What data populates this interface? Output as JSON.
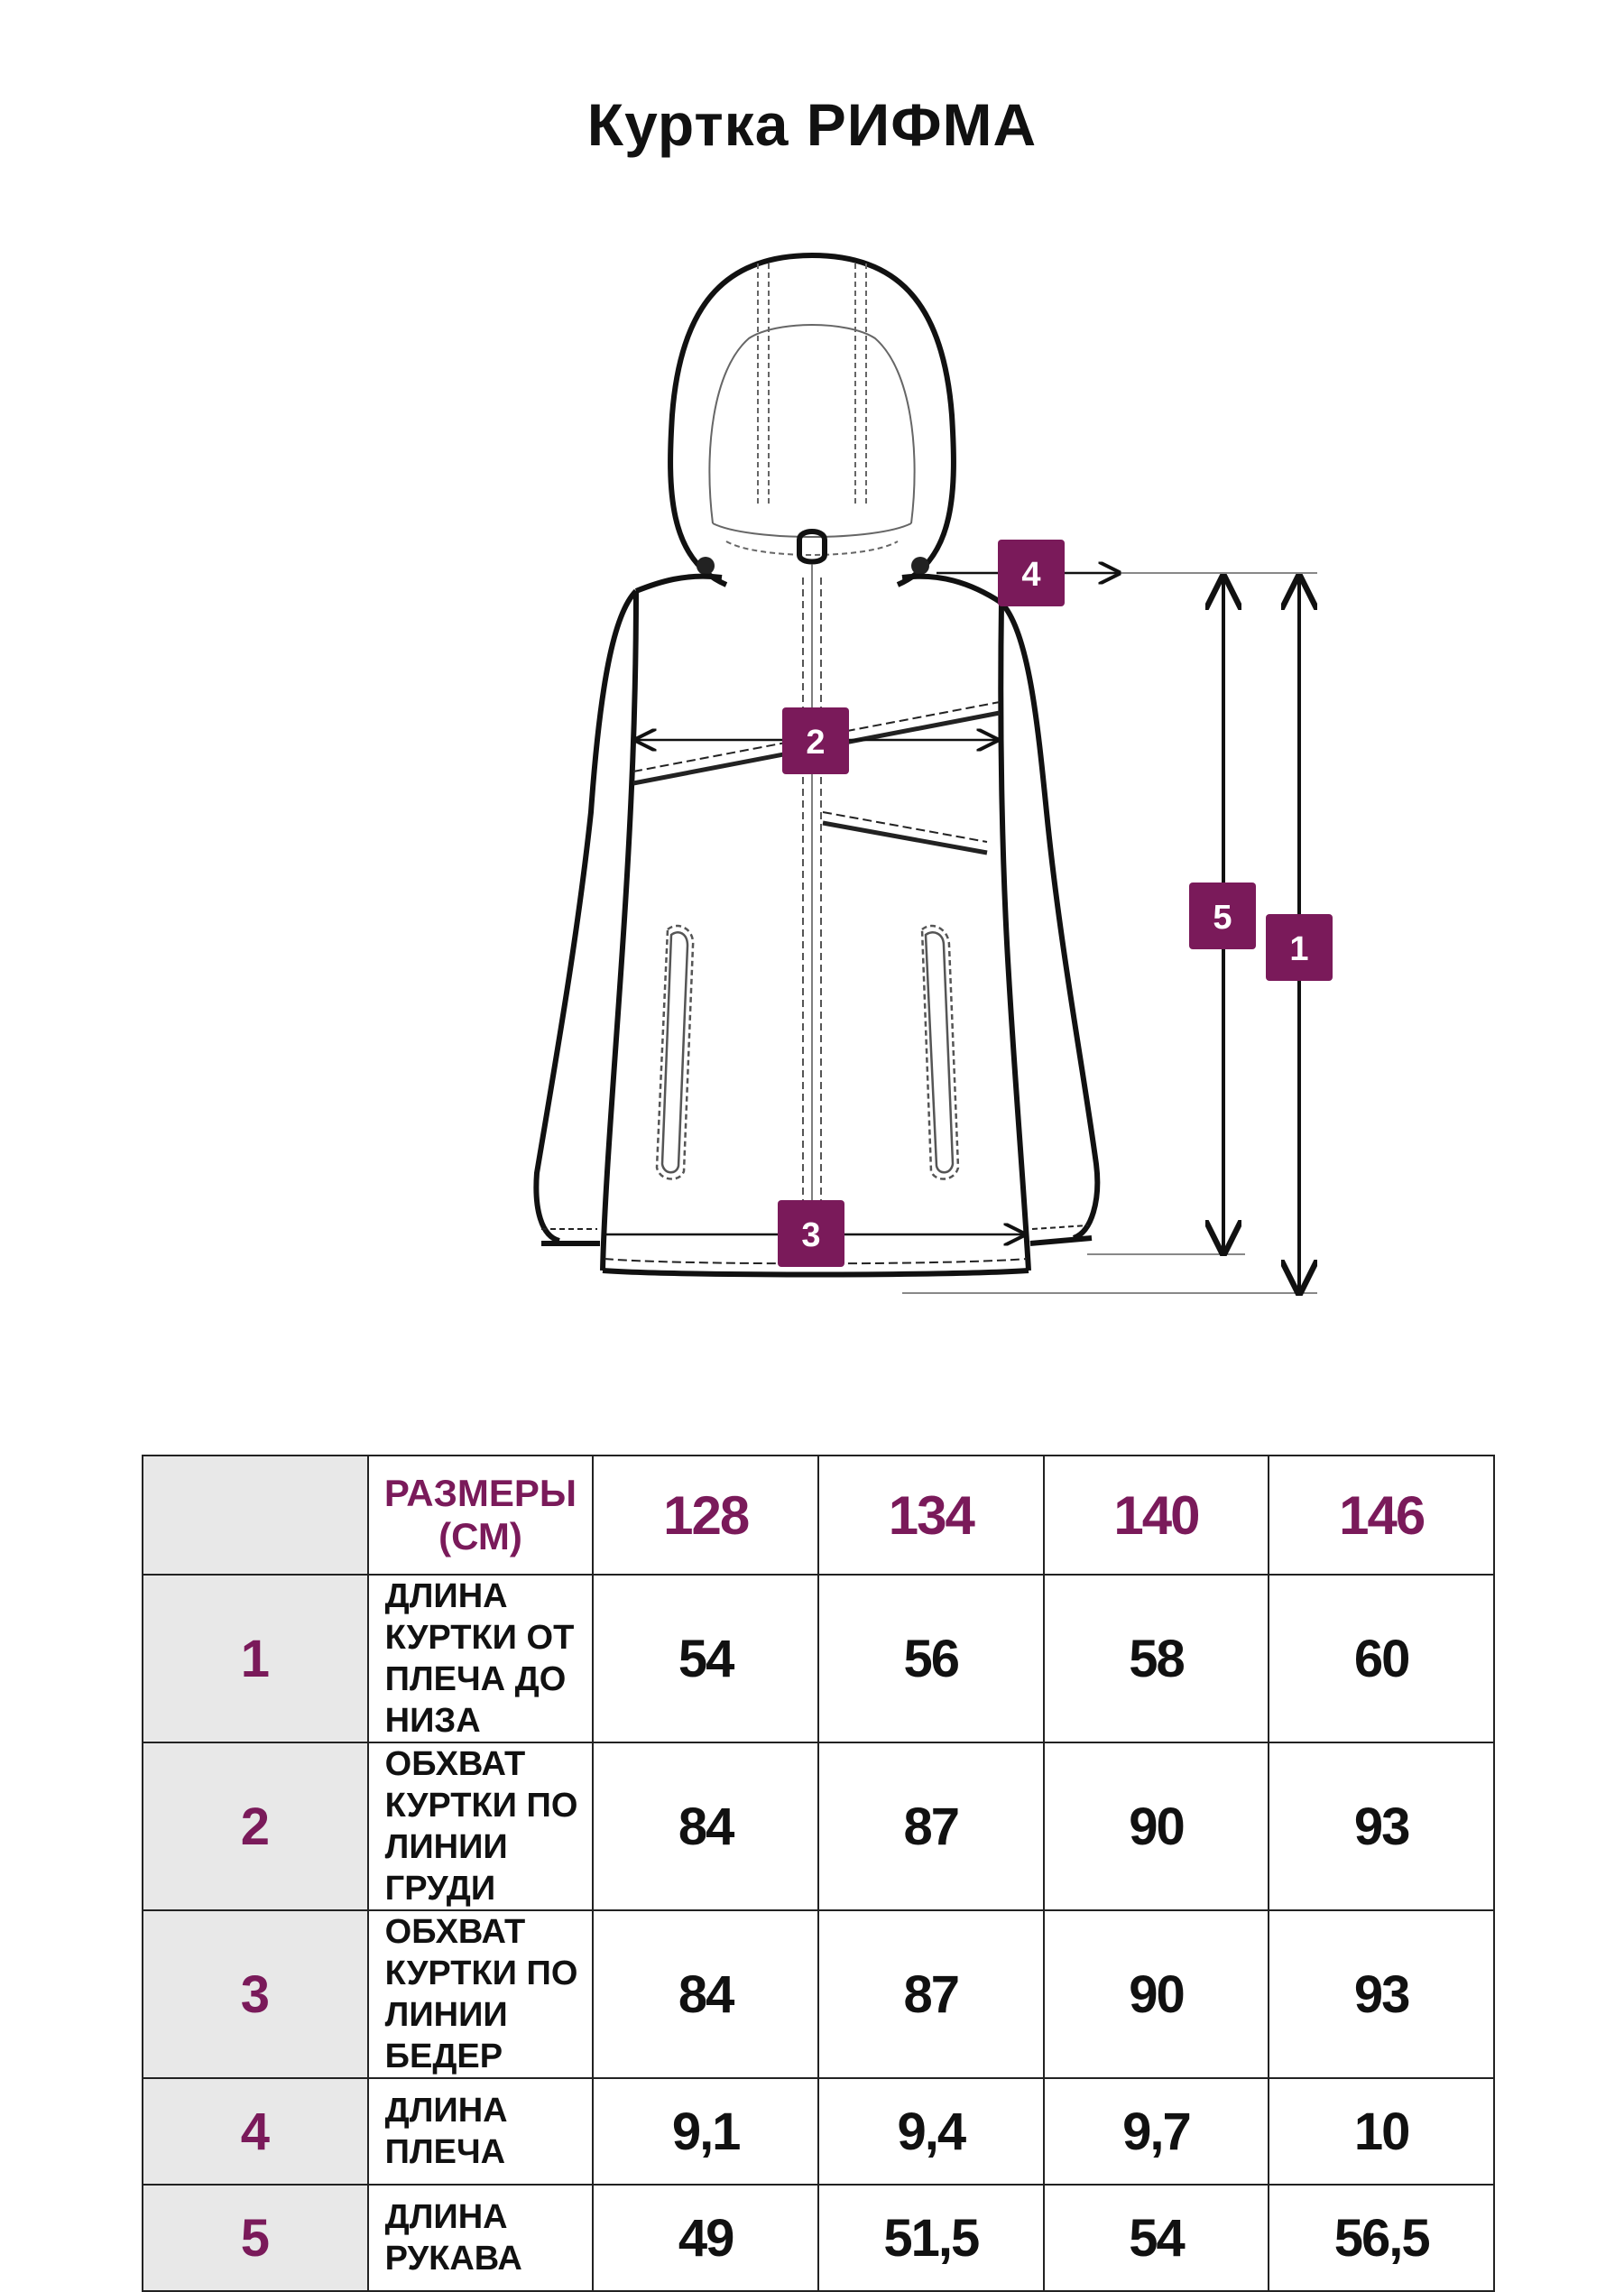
{
  "title": "Куртка РИФМА",
  "colors": {
    "accent": "#7a1a5a",
    "header_bg": "#e8e8e8",
    "line": "#111111"
  },
  "diagram": {
    "markers": [
      "1",
      "2",
      "3",
      "4",
      "5"
    ]
  },
  "table": {
    "header_label": "РАЗМЕРЫ (СМ)",
    "sizes": [
      "128",
      "134",
      "140",
      "146"
    ],
    "rows": [
      {
        "num": "1",
        "label": "ДЛИНА КУРТКИ ОТ ПЛЕЧА ДО НИЗА",
        "values": [
          "54",
          "56",
          "58",
          "60"
        ]
      },
      {
        "num": "2",
        "label": "ОБХВАТ КУРТКИ ПО ЛИНИИ ГРУДИ",
        "values": [
          "84",
          "87",
          "90",
          "93"
        ]
      },
      {
        "num": "3",
        "label": "ОБХВАТ КУРТКИ ПО ЛИНИИ БЕДЕР",
        "values": [
          "84",
          "87",
          "90",
          "93"
        ]
      },
      {
        "num": "4",
        "label": "ДЛИНА ПЛЕЧА",
        "values": [
          "9,1",
          "9,4",
          "9,7",
          "10"
        ]
      },
      {
        "num": "5",
        "label": "ДЛИНА РУКАВА",
        "values": [
          "49",
          "51,5",
          "54",
          "56,5"
        ]
      }
    ]
  }
}
